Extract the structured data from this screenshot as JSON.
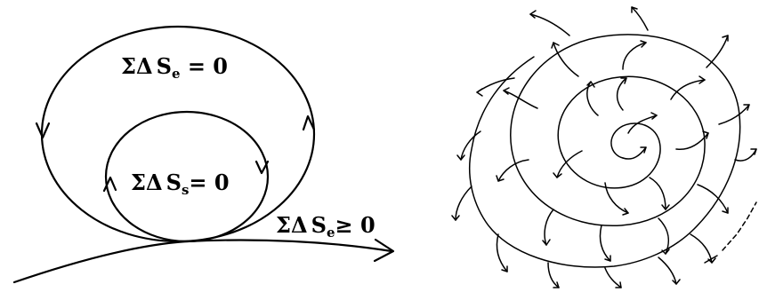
{
  "left_diagram": {
    "outer_loop": {
      "sigma": "Σ",
      "delta": "Δ",
      "var": "S",
      "sub": "e",
      "rel": " = 0"
    },
    "inner_loop": {
      "sigma": "Σ",
      "delta": "Δ",
      "var": "S",
      "sub": "s",
      "rel": "= 0"
    },
    "trajectory": {
      "sigma": "Σ",
      "delta": "Δ",
      "var": "S",
      "sub": "e",
      "rel": "≥ 0"
    }
  },
  "right_diagram": {}
}
